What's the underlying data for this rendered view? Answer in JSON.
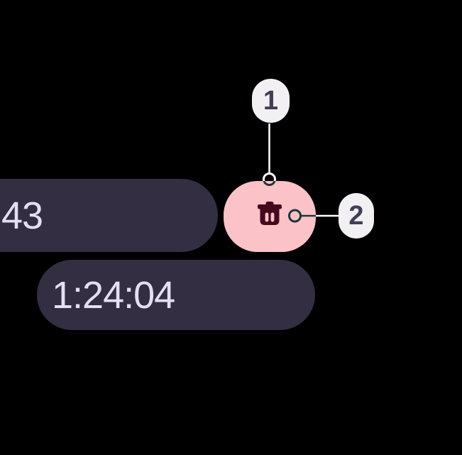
{
  "screen": {
    "description": "Stopwatch delete-button annotation screenshot"
  },
  "timer": {
    "elapsed_partial": "43",
    "lap_time": "1:24:04"
  },
  "delete_button": {
    "icon": "trash-icon"
  },
  "callouts": [
    {
      "label": "1"
    },
    {
      "label": "2"
    }
  ],
  "colors": {
    "bg": "#000000",
    "pill": "#332E41",
    "pill-text": "#E6DFF3",
    "pink": "#FBC2C8",
    "trash": "#45091D",
    "callout-bg": "#F2F0F3",
    "callout-text": "#413F54",
    "line-dark": "#1E3533",
    "line-light": "#FFFFFF"
  }
}
